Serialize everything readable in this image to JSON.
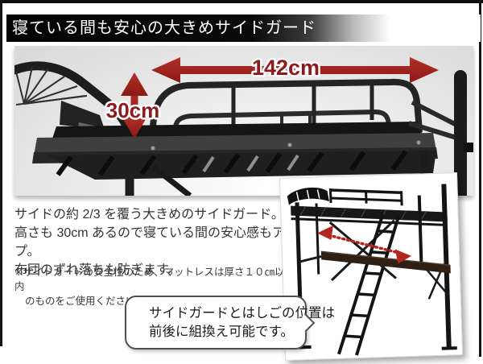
{
  "header": {
    "title": "寝ている間も安心の大きめサイドガード"
  },
  "photo": {
    "width_label": "142cm",
    "height_label": "30cm",
    "arrow_color": "#a8241f",
    "label_color": "#8e1b1c",
    "background_color": "#ededed"
  },
  "description": {
    "lines": [
      "サイドの約 2/3 を覆う大きめのサイドガード。",
      "高さも 30cm あるので寝ている間の安心感もアップ。",
      "布団のずれ落ちも防ぎます。"
    ]
  },
  "note": {
    "lines": [
      "※サイドガードの安全性のため、マットレスは厚さ１０㎝以内",
      "のものをご使用ください。"
    ]
  },
  "callout": {
    "lines": [
      "サイドガードとはしごの位置は",
      "前後に組換え可能です。"
    ]
  },
  "inset": {
    "arrow_color": "#b1271f"
  }
}
